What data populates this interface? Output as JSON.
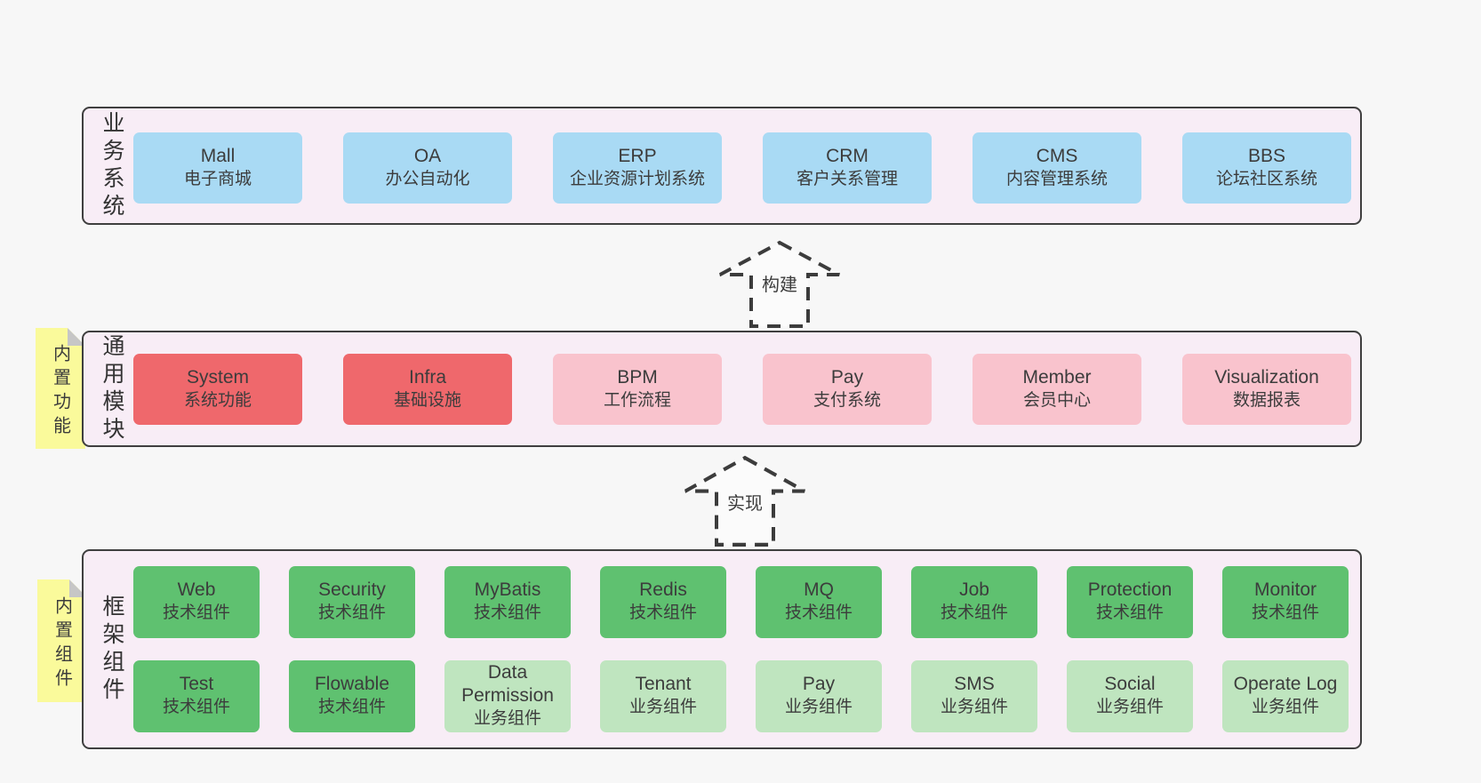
{
  "diagram": {
    "bands": [
      {
        "label": "业务系统",
        "boxes": [
          {
            "en": "Mall",
            "zh": "电子商城"
          },
          {
            "en": "OA",
            "zh": "办公自动化"
          },
          {
            "en": "ERP",
            "zh": "企业资源计划系统"
          },
          {
            "en": "CRM",
            "zh": "客户关系管理"
          },
          {
            "en": "CMS",
            "zh": "内容管理系统"
          },
          {
            "en": "BBS",
            "zh": "论坛社区系统"
          }
        ]
      },
      {
        "label": "通用模块",
        "sticky": "内置功能",
        "boxes": [
          {
            "en": "System",
            "zh": "系统功能"
          },
          {
            "en": "Infra",
            "zh": "基础设施"
          },
          {
            "en": "BPM",
            "zh": "工作流程"
          },
          {
            "en": "Pay",
            "zh": "支付系统"
          },
          {
            "en": "Member",
            "zh": "会员中心"
          },
          {
            "en": "Visualization",
            "zh": "数据报表"
          }
        ]
      },
      {
        "label": "框架组件",
        "sticky": "内置组件",
        "row1": [
          {
            "en": "Web",
            "zh": "技术组件"
          },
          {
            "en": "Security",
            "zh": "技术组件"
          },
          {
            "en": "MyBatis",
            "zh": "技术组件"
          },
          {
            "en": "Redis",
            "zh": "技术组件"
          },
          {
            "en": "MQ",
            "zh": "技术组件"
          },
          {
            "en": "Job",
            "zh": "技术组件"
          },
          {
            "en": "Protection",
            "zh": "技术组件"
          },
          {
            "en": "Monitor",
            "zh": "技术组件"
          }
        ],
        "row2": [
          {
            "en": "Test",
            "zh": "技术组件"
          },
          {
            "en": "Flowable",
            "zh": "技术组件"
          },
          {
            "en": "Data Permission",
            "zh": "业务组件"
          },
          {
            "en": "Tenant",
            "zh": "业务组件"
          },
          {
            "en": "Pay",
            "zh": "业务组件"
          },
          {
            "en": "SMS",
            "zh": "业务组件"
          },
          {
            "en": "Social",
            "zh": "业务组件"
          },
          {
            "en": "Operate Log",
            "zh": "业务组件"
          }
        ]
      }
    ],
    "arrows": {
      "build": "构建",
      "implement": "实现"
    },
    "colors": {
      "page_bg": "#f7f7f7",
      "band_bg": "#f8edf6",
      "band_border": "#3f3f3f",
      "blue": "#a9daf4",
      "red": "#ef686c",
      "pink": "#f9c3cd",
      "green": "#5fc170",
      "light_green": "#bfe5bf",
      "sticky_yellow": "#fafa9b",
      "text": "#3c3c3c"
    }
  }
}
